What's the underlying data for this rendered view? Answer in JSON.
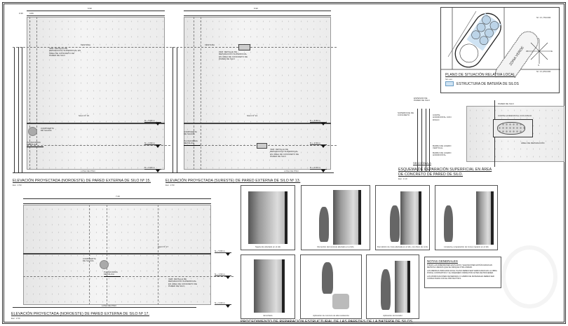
{
  "sheet": {
    "elevation_1": {
      "title": "ELEVACIÓN PROYECTADA (NOROESTE) DE PARED EXTERNA DE SILO Nº 15.",
      "scale": "Esc. 1:50",
      "silo_label": "SILO Nº 15",
      "note": "VER: DETALLE DE REPARACIÓN SUPERFICIAL EN ÁREA DE CONCRETO DE PARED DE SILO",
      "label_top": "VENTANA",
      "compuerta": "COMPUERTA DE SALIDA",
      "plataforma": "PLATAFORMA METÁLICA",
      "floor": "LOSA DE PISO",
      "dim_top": "6.90",
      "dim_a": "0.30",
      "dim_b": "0.80",
      "dim_c": "5.80",
      "levels": [
        "N + 5.80 m",
        "N + 2.60 m",
        "N + 0.00 m"
      ]
    },
    "elevation_2": {
      "title": "ELEVACIÓN PROYECTADA (SURESTE) DE PARED EXTERNA DE SILO Nº 13.",
      "scale": "Esc. 1:50",
      "silo_label": "SILO Nº 13",
      "note": "VER: DETALLE DE REPARACIÓN SUPERFICIAL EN ÁREA DE CONCRETO DE PARED DE SILO",
      "label_top": "VENTANA",
      "compuerta": "COMPUERTA DE SALIDA",
      "plataforma": "PLATAFORMA METÁLICA",
      "floor": "LOSA DE PISO",
      "dim_top": "6.90",
      "levels": [
        "N + 5.80 m",
        "N + 2.60 m",
        "N + 0.00 m"
      ]
    },
    "elevation_3": {
      "title": "ELEVACIÓN PROYECTADA (NOROESTE) DE PARED EXTERNA DE SILO Nº 17.",
      "scale": "Esc. 1:50",
      "silo_label": "SILO Nº 17",
      "note": "VER: DETALLE DE REPARACIÓN SUPERFICIAL EN ÁREA DE CONCRETO DE PARED DE SILO",
      "compuerta": "COMPUERTA DE SALIDA",
      "plataforma": "PLATAFORMA METÁLICA",
      "floor": "LOSA DE PISO",
      "dim_top": "7.20",
      "levels": [
        "N + 5.80 m",
        "N + 2.60 m",
        "N + 0.00 m"
      ]
    },
    "location_plan": {
      "title": "PLANO DE SITUACIÓN RELATIVA LOCAL",
      "scale": "Sin esc.",
      "legend": "ESTRUCTURA DE BATERÍA DE SILOS",
      "zone": "ZONA VERDE",
      "compass": [
        "N",
        "S",
        "E",
        "W"
      ],
      "coord_top": "N= 1'1,750.000",
      "coord_bottom": "N= 1'1,650.000"
    },
    "repair_scheme": {
      "title_line1": "ESQUEMA DE REPARACIÓN SUPERFICIAL EN ÁREA",
      "title_line2": "DE CONCRETO DE PARED DE SILO.",
      "scale": "Esc. 1:10",
      "section": "SECCIÓN A-A",
      "labels": [
        "ESPESOR DE PARED DE SILO",
        "SUPERFICIE DE CONCRETO",
        "CORTE HORIZONTAL CON DISCO",
        "ÁREA DE REPARACIÓN",
        "BARRA DE ACERO VERTICAL",
        "BARRA DE ACERO HORIZONTAL",
        "PARED DE SILO"
      ]
    },
    "procedure": {
      "title": "PROCEDIMIENTO DE REPARACIÓN ESTRUCTURAL DE LAS PAREDES DE LA BATERÍA DE SILOS.",
      "steps": [
        "Segmento afectado en el silo",
        "Remoción del concreto afectado en el silo",
        "Demolición de zona afectada en el silo, con disco de corte",
        "Limpieza y preparación de zona a reparar en el silo",
        "Encofrado",
        "Aplicación de concreto de alta resistencia",
        "Aplicación del curador"
      ]
    },
    "notes": {
      "title": "NOTAS GENERALES",
      "items": [
        "TODAS LAS DIMENSIONES EN PLANTA Y ELEVACIONES ESTÁN DADAS EN METROS A MENOS QUE SE INDIQUE OTRA UNIDAD.",
        "LAS MEDIDAS INDICADAS EN EL PLANO DEBEN SER VERIFICADAS EN LA OBRA POR EL CONTRATISTA Y EL INGENIERO INSPECTOR ANTES DE PROCEDER.",
        "LAS MODIFICACIONES DE MEDIDAS O CAMBIO DE MATERIALES DEBEN SER CONSULTADAS CON EL PROYECTISTA."
      ]
    }
  },
  "colors": {
    "legend_fill": "#cfe3f3",
    "line": "#333333"
  }
}
